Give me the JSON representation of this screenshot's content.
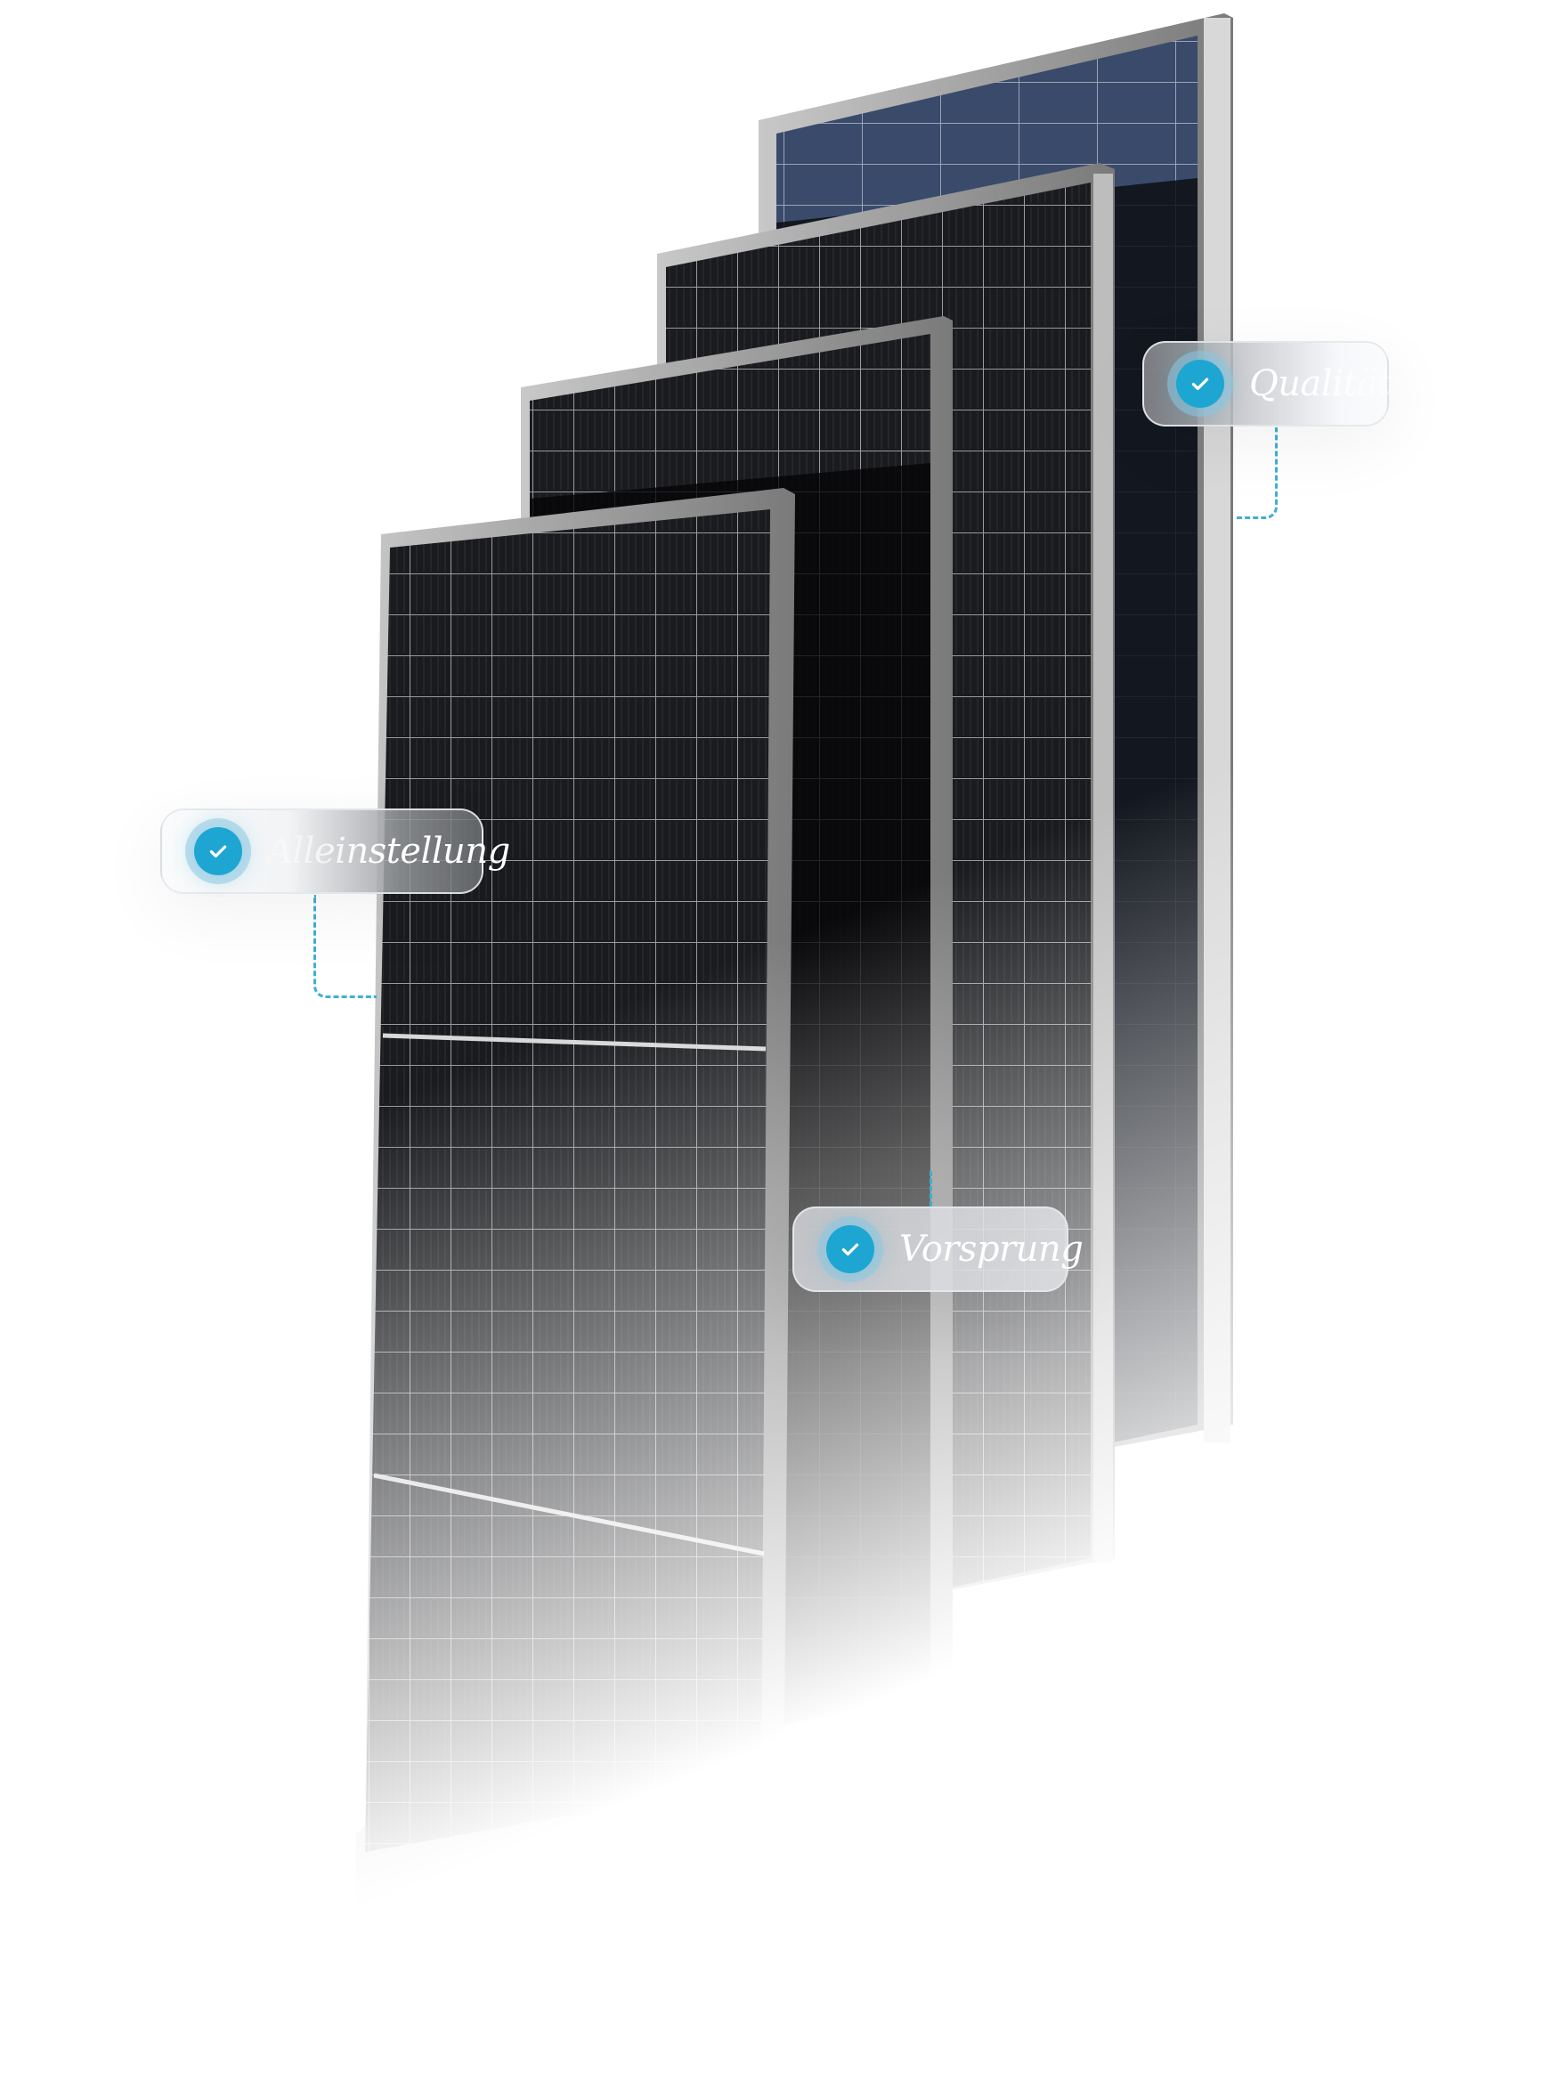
{
  "badges": [
    {
      "label": "Alleinstellung",
      "icon": "check-circle-icon"
    },
    {
      "label": "Qualität",
      "icon": "check-circle-icon"
    },
    {
      "label": "Vorsprung",
      "icon": "check-circle-icon"
    }
  ],
  "colors": {
    "accent": "#1ea6d3",
    "connector": "#3fb0d0"
  }
}
